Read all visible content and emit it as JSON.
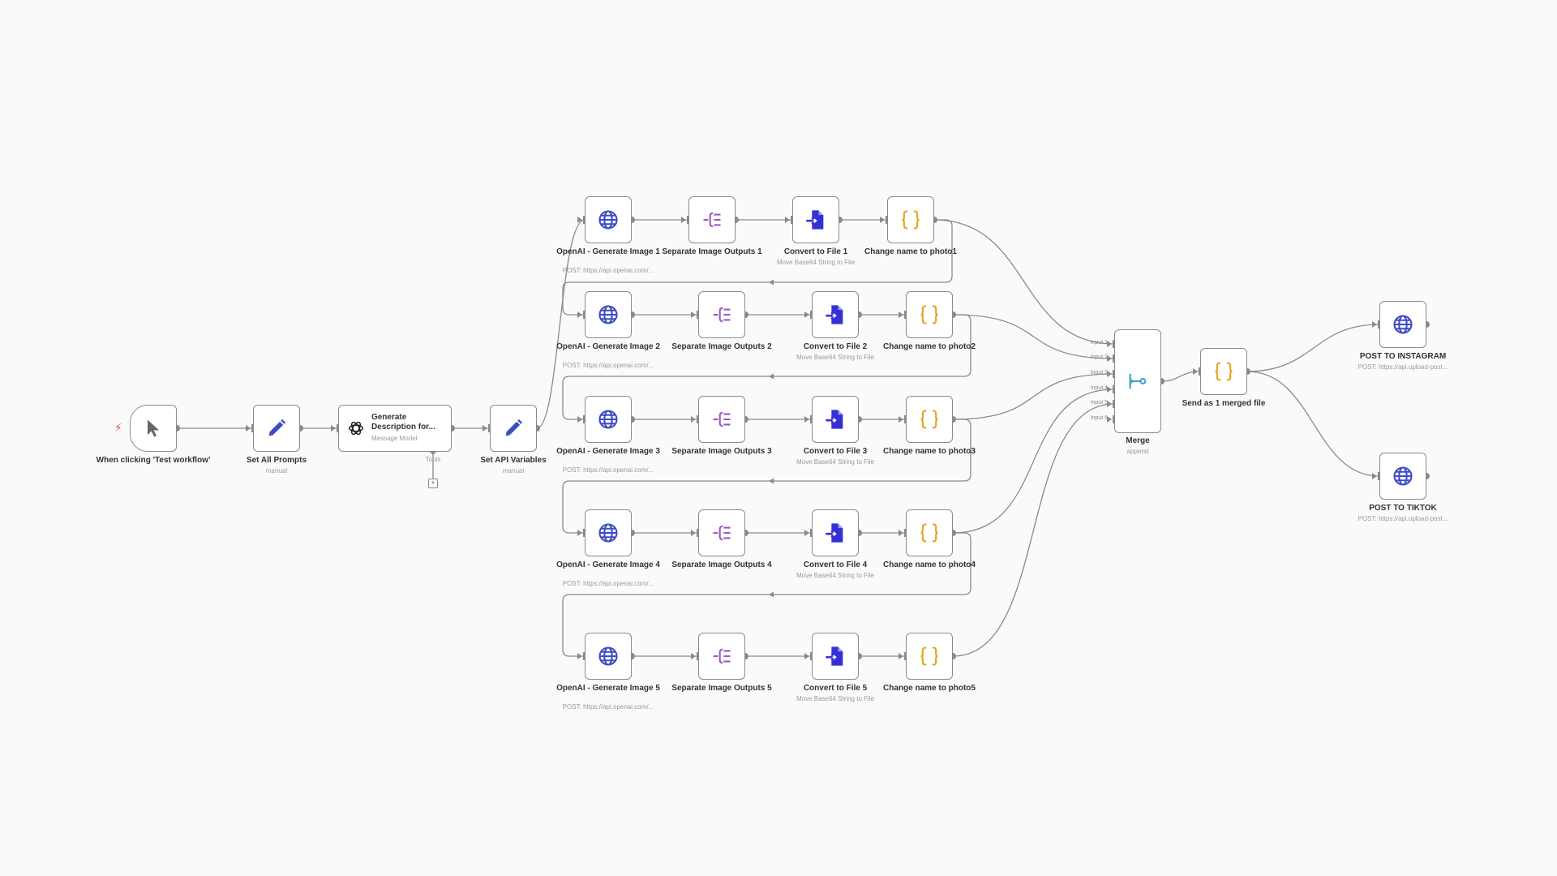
{
  "colors": {
    "edge": "#8a8a8a",
    "http": "#3d4cc2",
    "split": "#9b59c6",
    "convert": "#3530d4",
    "code": "#e0a51f",
    "set": "#3d4cc2",
    "merge": "#39a8c4",
    "trigger": "#e4553e"
  },
  "trigger": {
    "label": "When clicking 'Test workflow'"
  },
  "set_prompts": {
    "label": "Set All Prompts",
    "sub": "manual"
  },
  "generate_description": {
    "title": "Generate Description for...",
    "sub": "Message Model",
    "tools_label": "Tools",
    "plus": "+"
  },
  "set_api": {
    "label": "Set API Variables",
    "sub": "manual"
  },
  "rows": [
    {
      "gen_label": "OpenAI - Generate Image 1",
      "gen_sub": "POST: https://api.openai.com/...",
      "sep_label": "Separate Image Outputs 1",
      "conv_label": "Convert to File 1",
      "conv_sub": "Move Base64 String to File",
      "change_label": "Change name to photo1"
    },
    {
      "gen_label": "OpenAI - Generate Image 2",
      "gen_sub": "POST: https://api.openai.com/...",
      "sep_label": "Separate Image Outputs 2",
      "conv_label": "Convert to File 2",
      "conv_sub": "Move Base64 String to File",
      "change_label": "Change name to photo2"
    },
    {
      "gen_label": "OpenAI - Generate Image 3",
      "gen_sub": "POST: https://api.openai.com/...",
      "sep_label": "Separate Image Outputs 3",
      "conv_label": "Convert to File 3",
      "conv_sub": "Move Base64 String to File",
      "change_label": "Change name to photo3"
    },
    {
      "gen_label": "OpenAI - Generate Image 4",
      "gen_sub": "POST: https://api.openai.com/...",
      "sep_label": "Separate Image Outputs 4",
      "conv_label": "Convert to File 4",
      "conv_sub": "Move Base64 String to File",
      "change_label": "Change name to photo4"
    },
    {
      "gen_label": "OpenAI - Generate Image 5",
      "gen_sub": "POST: https://api.openai.com/...",
      "sep_label": "Separate Image Outputs 5",
      "conv_label": "Convert to File 5",
      "conv_sub": "Move Base64 String to File",
      "change_label": "Change name to photo5"
    }
  ],
  "merge": {
    "label": "Merge",
    "sub": "append",
    "inputs": [
      "Input 1",
      "Input 2",
      "Input 3",
      "Input 4",
      "Input 5",
      "Input 6"
    ]
  },
  "send_merged": {
    "label": "Send as 1 merged file"
  },
  "post_instagram": {
    "label": "POST TO INSTAGRAM",
    "sub": "POST: https://api.upload-post..."
  },
  "post_tiktok": {
    "label": "POST TO TIKTOK",
    "sub": "POST: https://api.upload-post..."
  }
}
